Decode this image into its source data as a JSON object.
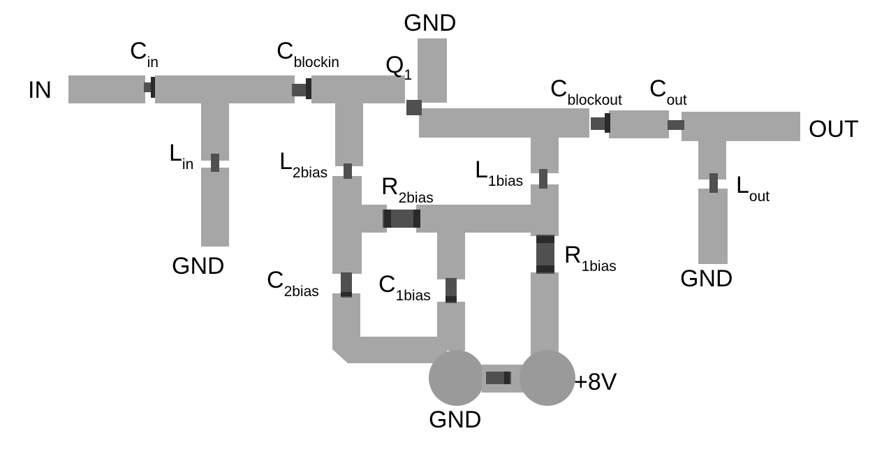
{
  "diagram": {
    "ports": {
      "in": "IN",
      "out": "OUT",
      "supply": "+8V",
      "gnd_lin": "GND",
      "gnd_q1": "GND",
      "gnd_lout": "GND",
      "gnd_bottom": "GND"
    },
    "components": {
      "cin": {
        "main": "C",
        "sub": "in"
      },
      "cblockin": {
        "main": "C",
        "sub": "blockin"
      },
      "q1": {
        "main": "Q",
        "sub": "1"
      },
      "cblockout": {
        "main": "C",
        "sub": "blockout"
      },
      "cout": {
        "main": "C",
        "sub": "out"
      },
      "lin": {
        "main": "L",
        "sub": "in"
      },
      "l2bias": {
        "main": "L",
        "sub": "2bias"
      },
      "r2bias": {
        "main": "R",
        "sub": "2bias"
      },
      "l1bias": {
        "main": "L",
        "sub": "1bias"
      },
      "lout": {
        "main": "L",
        "sub": "out"
      },
      "r1bias": {
        "main": "R",
        "sub": "1bias"
      },
      "c2bias": {
        "main": "C",
        "sub": "2bias"
      },
      "c1bias": {
        "main": "C",
        "sub": "1bias"
      }
    }
  }
}
